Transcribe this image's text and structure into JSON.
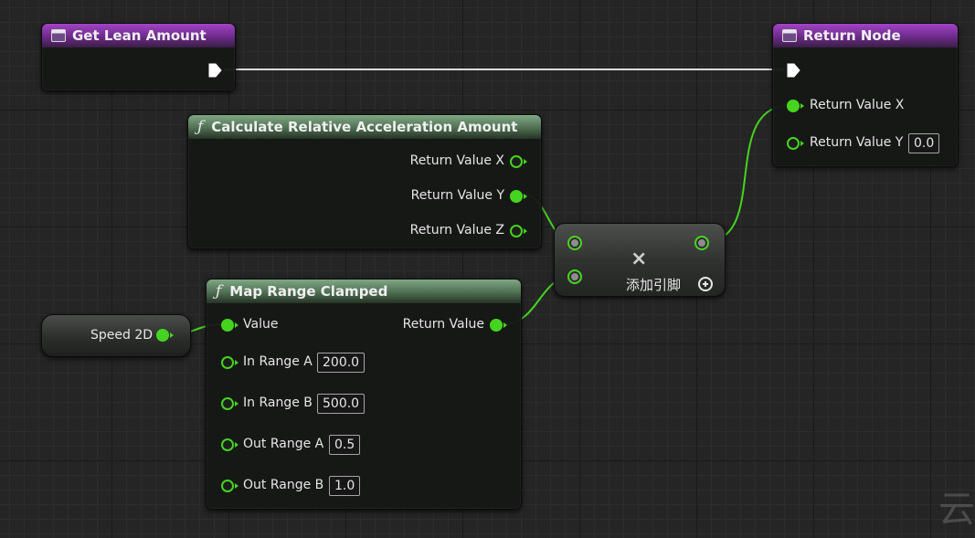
{
  "nodes": {
    "get_lean_amount": {
      "title": "Get Lean Amount"
    },
    "return_node": {
      "title": "Return Node",
      "pin_x_label": "Return Value X",
      "pin_y_label": "Return Value Y",
      "pin_y_value": "0.0"
    },
    "calc_relative_accel": {
      "title": "Calculate Relative Acceleration Amount",
      "func_symbol": "ƒ",
      "out_x_label": "Return Value X",
      "out_y_label": "Return Value Y",
      "out_z_label": "Return Value Z"
    },
    "map_range_clamped": {
      "title": "Map Range Clamped",
      "func_symbol": "ƒ",
      "value_label": "Value",
      "return_label": "Return Value",
      "in_range_a_label": "In Range A",
      "in_range_a_value": "200.0",
      "in_range_b_label": "In Range B",
      "in_range_b_value": "500.0",
      "out_range_a_label": "Out Range A",
      "out_range_a_value": "0.5",
      "out_range_b_label": "Out Range B",
      "out_range_b_value": "1.0"
    },
    "speed_2d": {
      "label": "Speed 2D"
    },
    "multiply": {
      "symbol": "×",
      "add_pin_label": "添加引脚"
    }
  },
  "watermark": "云",
  "colors": {
    "float_pin": "#45d41f",
    "exec_wire": "#e0e0e0",
    "purple_header": "#8a36ad",
    "green_header": "#5f8064"
  }
}
